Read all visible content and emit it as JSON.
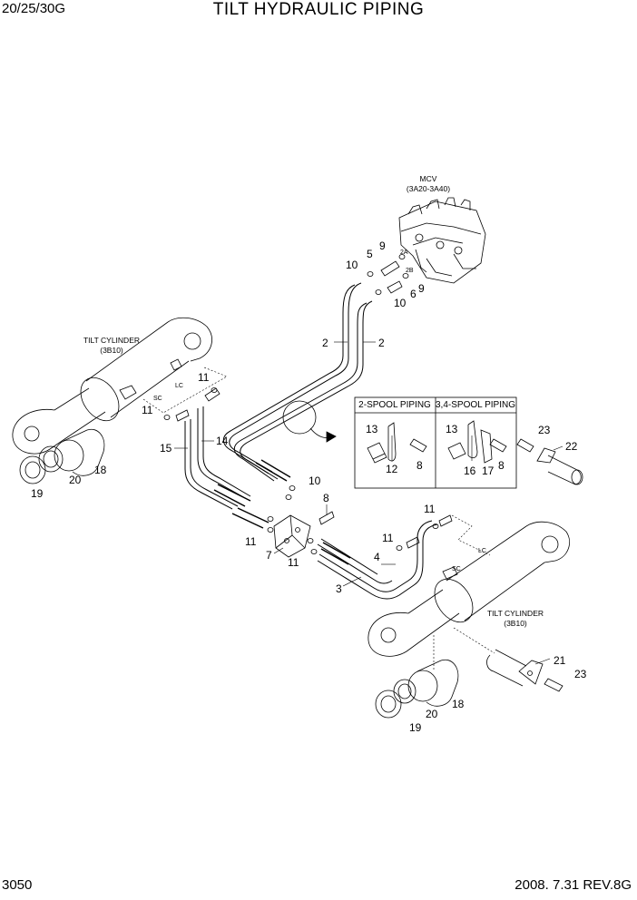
{
  "header": {
    "model": "20/25/30G",
    "title": "TILT HYDRAULIC PIPING"
  },
  "footer": {
    "page": "3050",
    "date_rev": "2008. 7.31  REV.8G"
  },
  "captions": {
    "mcv": "MCV",
    "mcv_ref": "(3A20-3A40)",
    "tilt_cyl_left": "TILT CYLINDER",
    "tilt_cyl_left_ref": "(3B10)",
    "tilt_cyl_right": "TILT CYLINDER",
    "tilt_cyl_right_ref": "(3B10)",
    "port_2a": "2A",
    "port_2b": "2B",
    "lc_left": "LC",
    "sc_left": "SC",
    "lc_right": "LC",
    "sc_right": "SC"
  },
  "detail_box": {
    "left_heading": "2-SPOOL PIPING",
    "right_heading": "3,4-SPOOL PIPING"
  },
  "part_numbers": {
    "p2a": "2",
    "p2b": "2",
    "p3": "3",
    "p4": "4",
    "p5": "5",
    "p6": "6",
    "p7": "7",
    "p8a": "8",
    "p8b": "8",
    "p8c": "8",
    "p9a": "9",
    "p9b": "9",
    "p10a": "10",
    "p10b": "10",
    "p10c": "10",
    "p11a": "11",
    "p11b": "11",
    "p11c": "11",
    "p11d": "11",
    "p11e": "11",
    "p11f": "11",
    "p12": "12",
    "p13a": "13",
    "p13b": "13",
    "p14": "14",
    "p15": "15",
    "p16": "16",
    "p17": "17",
    "p18a": "18",
    "p18b": "18",
    "p19a": "19",
    "p19b": "19",
    "p20a": "20",
    "p20b": "20",
    "p21": "21",
    "p22": "22",
    "p23a": "23",
    "p23b": "23"
  }
}
